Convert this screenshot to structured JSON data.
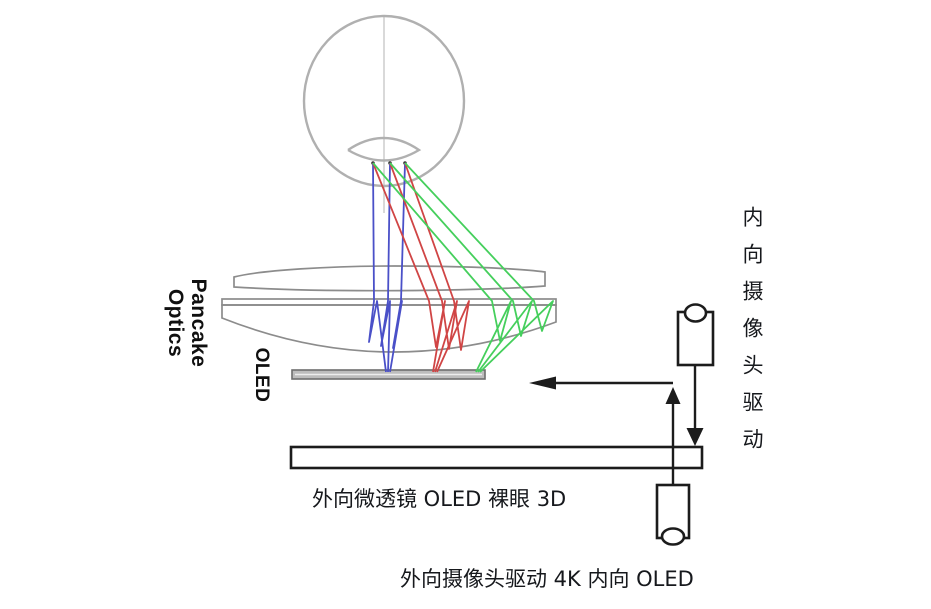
{
  "diagram": {
    "labels": {
      "pancake_line1": "Pancake",
      "pancake_line2": "Optics",
      "oled": "OLED",
      "naked_eye_3d": "外向微透镜 OLED 裸眼 3D",
      "outward_camera_drive": "外向摄像头驱动 4K 内向 OLED",
      "inward_camera_drive": "内向摄像头驱动"
    },
    "icons": {
      "inward_camera": "camera-cylinder-up-icon",
      "outward_camera": "camera-cylinder-down-icon",
      "left_arrow": "arrow-left-icon",
      "down_arrow": "arrow-down-icon",
      "up_arrow": "arrow-up-icon"
    },
    "colors": {
      "ray_blue": "#4a50c8",
      "ray_red": "#d04545",
      "ray_green": "#45cf5c",
      "outline_gray": "#b0b0b0",
      "lens_gray": "#8c8c8c",
      "ink": "#1c1c1c",
      "text": "#16181c"
    }
  }
}
